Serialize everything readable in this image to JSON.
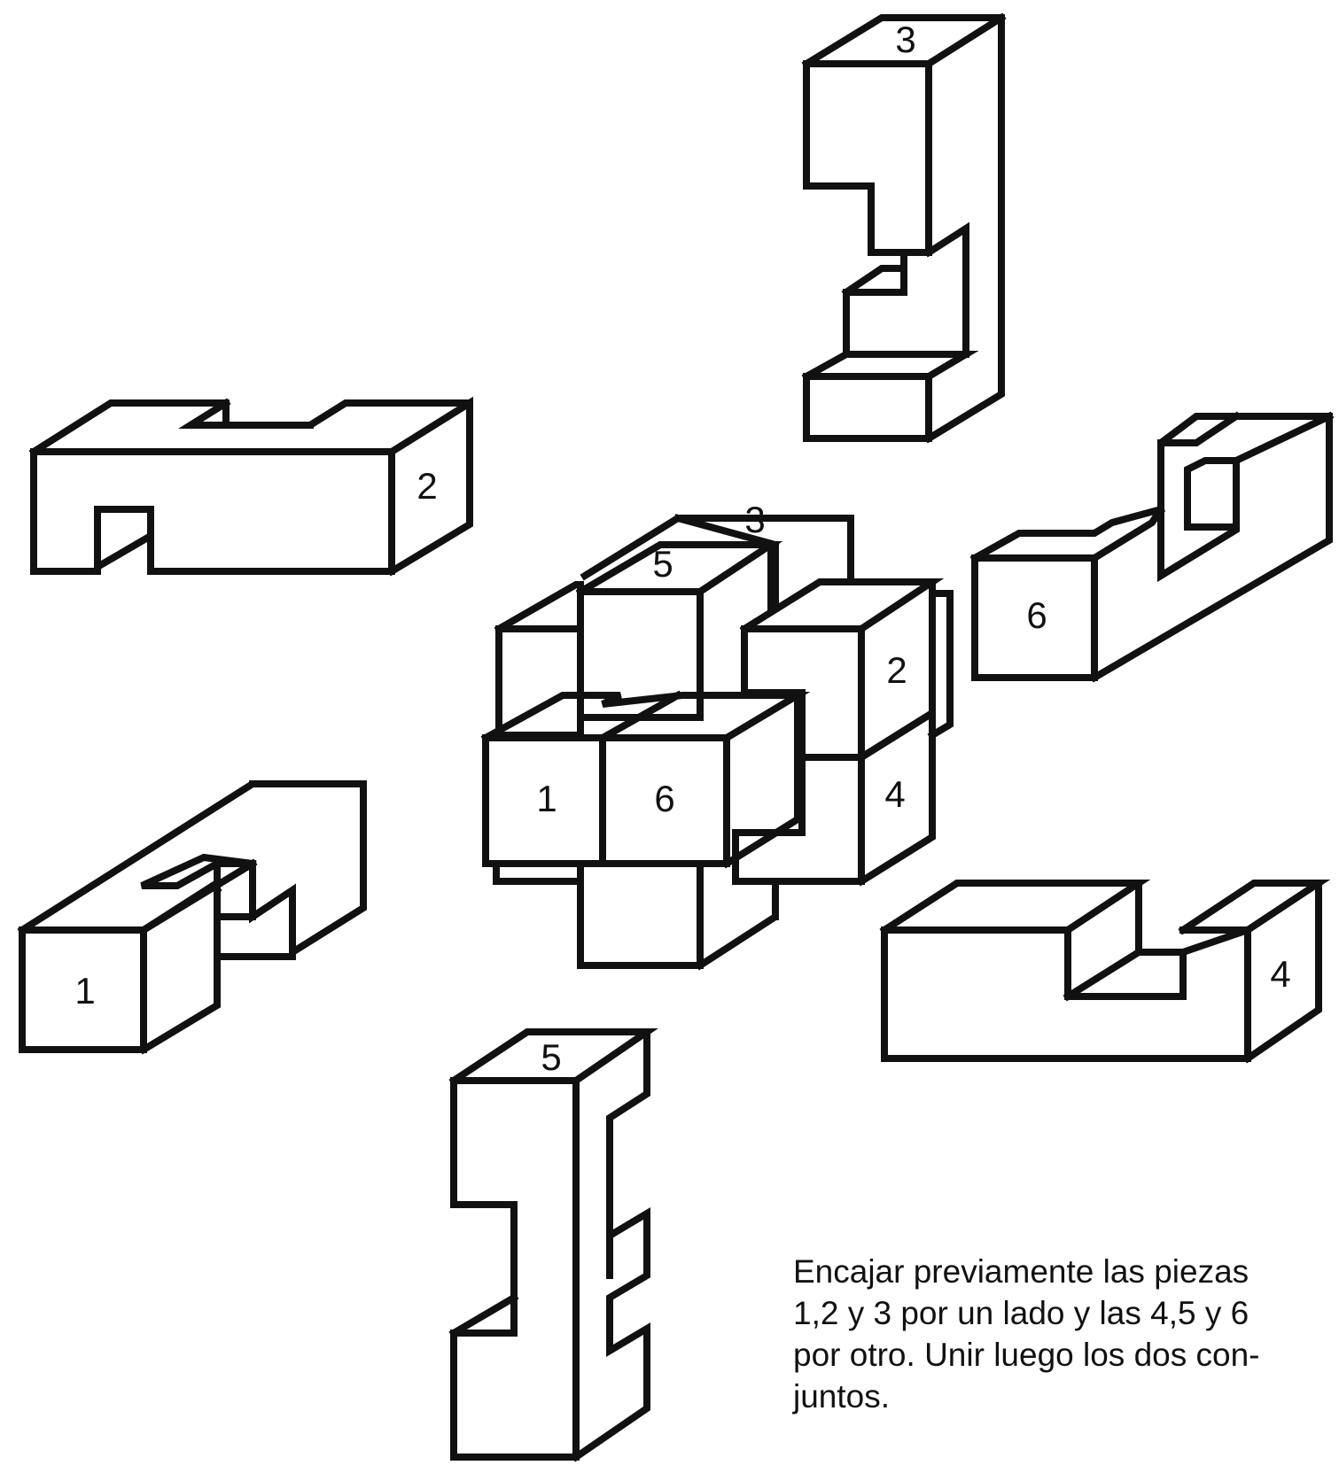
{
  "pieces": {
    "piece_1": {
      "label": "1"
    },
    "piece_2": {
      "label": "2"
    },
    "piece_3": {
      "label": "3"
    },
    "piece_4": {
      "label": "4"
    },
    "piece_5": {
      "label": "5"
    },
    "piece_6": {
      "label": "6"
    }
  },
  "assembly": {
    "labels": [
      "1",
      "2",
      "3",
      "4",
      "5",
      "6"
    ]
  },
  "instructions": {
    "lines": [
      "Encajar previamente las piezas",
      "1,2 y 3 por un lado y las 4,5 y 6",
      "por otro. Unir luego los dos con-",
      "juntos."
    ]
  }
}
